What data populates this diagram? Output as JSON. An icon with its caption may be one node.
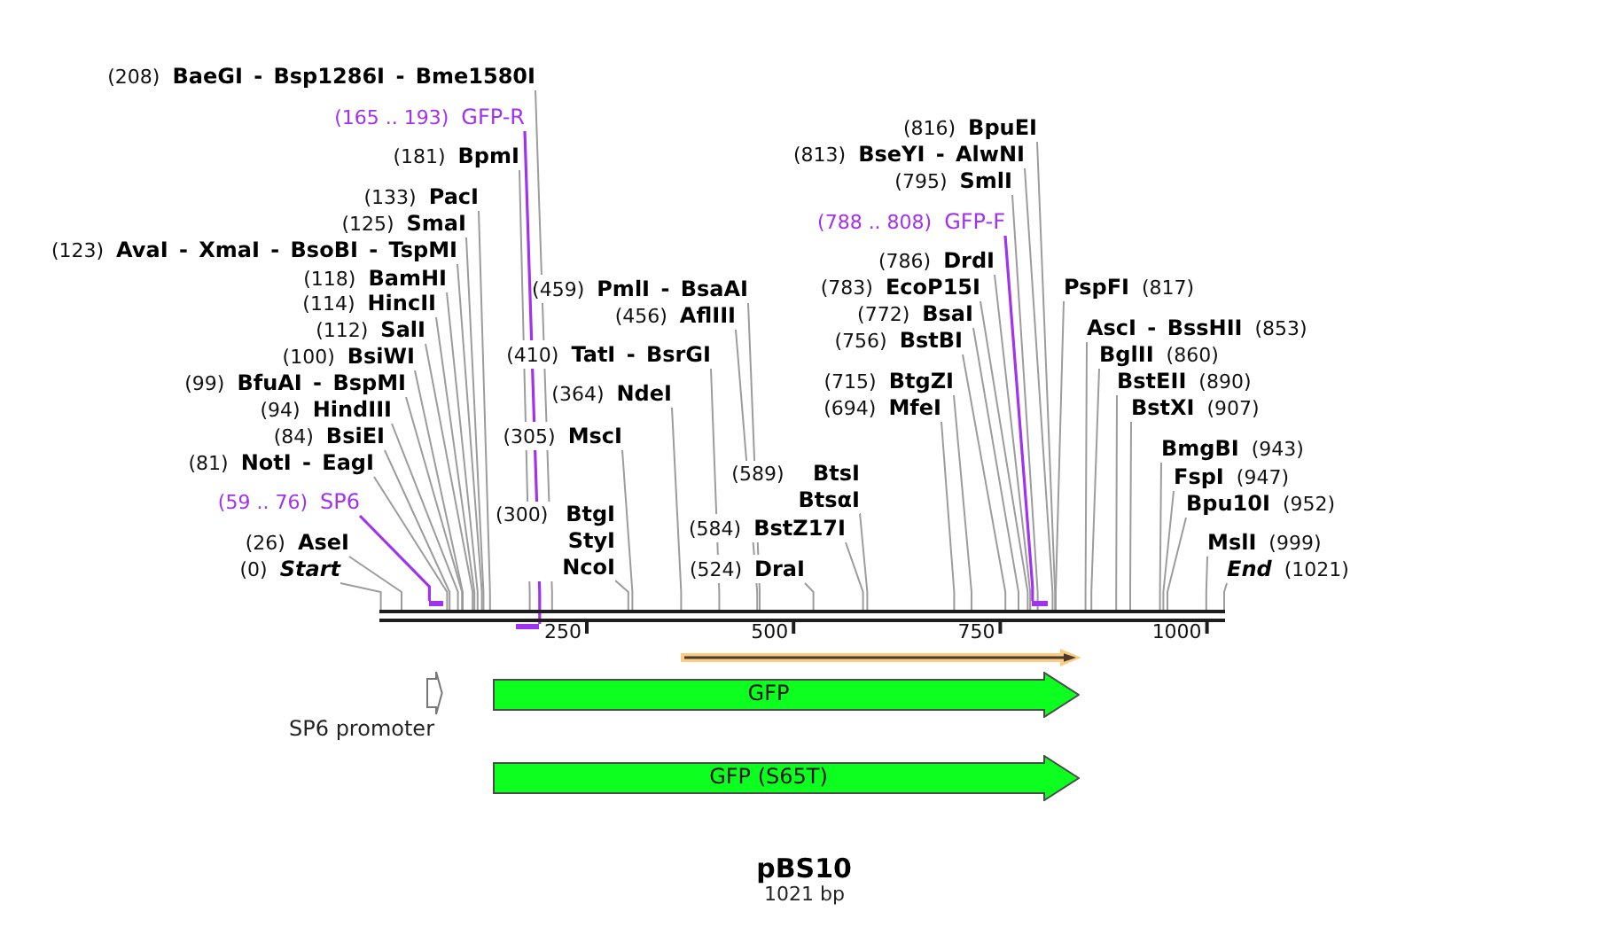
{
  "diagram": {
    "title": "pBS10",
    "caption": "1021 bp",
    "nodes": [
      {
        "text": [
          "(208)",
          "BaeGI - Bsp1286I - Bme1580I"
        ]
      },
      {
        "text": [
          "(165 .. 193)",
          "GFP-R"
        ]
      },
      {
        "text": [
          "(181)",
          "BpmI"
        ]
      },
      {
        "text": [
          "(133)",
          "PacI"
        ]
      },
      {
        "text": [
          "(125)",
          "SmaI"
        ]
      },
      {
        "text": [
          "(123)",
          "AvaI - XmaI - BsoBI - TspMI"
        ]
      },
      {
        "text": [
          "(118)",
          "BamHI"
        ]
      },
      {
        "text": [
          "(114)",
          "HincII"
        ]
      },
      {
        "text": [
          "(112)",
          "SalI"
        ]
      },
      {
        "text": [
          "(100)",
          "BsiWI"
        ]
      },
      {
        "text": [
          "(99)",
          "BfuAI - BspMI"
        ]
      },
      {
        "text": [
          "(94)",
          "HindIII"
        ]
      },
      {
        "text": [
          "(84)",
          "BsiEI"
        ]
      },
      {
        "text": [
          "(81)",
          "NotI - EagI"
        ]
      },
      {
        "text": [
          "(59 .. 76)",
          "SP6"
        ]
      },
      {
        "text": [
          "(26)",
          "AseI"
        ]
      },
      {
        "text": [
          "(0)",
          "Start"
        ]
      },
      {
        "text": [
          "(459)",
          "PmlI - BsaAI"
        ]
      },
      {
        "text": [
          "(456)",
          "AflIII"
        ]
      },
      {
        "text": [
          "(410)",
          "TatI - BsrGI"
        ]
      },
      {
        "text": [
          "(364)",
          "NdeI"
        ]
      },
      {
        "text": [
          "(305)",
          "MscI"
        ]
      },
      {
        "text": [
          "(300)",
          "BtgI",
          "StyI",
          "NcoI"
        ]
      },
      {
        "text": [
          "(589)",
          "BtsI",
          "BtsαI"
        ]
      },
      {
        "text": [
          "(584)",
          "BstZ17I"
        ]
      },
      {
        "text": [
          "(524)",
          "DraI"
        ]
      },
      {
        "text": [
          "(816)",
          "BpuEI"
        ]
      },
      {
        "text": [
          "(813)",
          "BseYI - AlwNI"
        ]
      },
      {
        "text": [
          "(795)",
          "SmlI"
        ]
      },
      {
        "text": [
          "(788 .. 808)",
          "GFP-F"
        ]
      },
      {
        "text": [
          "(786)",
          "DrdI"
        ]
      },
      {
        "text": [
          "(783)",
          "EcoP15I"
        ]
      },
      {
        "text": [
          "(772)",
          "BsaI"
        ]
      },
      {
        "text": [
          "(756)",
          "BstBI"
        ]
      },
      {
        "text": [
          "(715)",
          "BtgZI"
        ]
      },
      {
        "text": [
          "(694)",
          "MfeI"
        ]
      },
      {
        "text": [
          "PspFI",
          "(817)"
        ]
      },
      {
        "text": [
          "AscI - BssHII",
          "(853)"
        ]
      },
      {
        "text": [
          "BglII",
          "(860)"
        ]
      },
      {
        "text": [
          "BstEII",
          "(890)"
        ]
      },
      {
        "text": [
          "BstXI",
          "(907)"
        ]
      },
      {
        "text": [
          "BmgBI",
          "(943)"
        ]
      },
      {
        "text": [
          "FspI",
          "(947)"
        ]
      },
      {
        "text": [
          "Bpu10I",
          "(952)"
        ]
      },
      {
        "text": [
          "MslI",
          "(999)"
        ]
      },
      {
        "text": [
          "End",
          "(1021)"
        ]
      },
      {
        "text": [],
        "shape": "bar"
      },
      {
        "text": [],
        "shape": "bar"
      },
      {
        "text": [],
        "shape": "bar"
      },
      {
        "text": [],
        "shape": "bar"
      },
      {
        "text": [],
        "shape": "arrow"
      },
      {
        "text": [],
        "shape": "arrow",
        "beside": [
          "SP6 promoter"
        ]
      },
      {
        "text": [
          "GFP"
        ]
      },
      {
        "text": [
          "GFP (S65T)"
        ]
      }
    ],
    "edges": [
      {
        "from": 0,
        "to": 46,
        "arrow": "none"
      },
      {
        "from": 1,
        "to": 48,
        "arrow": "none",
        "color": "#a032f0"
      },
      {
        "from": 2,
        "to": 46,
        "arrow": "none"
      },
      {
        "from": 3,
        "to": 46,
        "arrow": "none"
      },
      {
        "from": 4,
        "to": 46,
        "arrow": "none"
      },
      {
        "from": 5,
        "to": 46,
        "arrow": "none"
      },
      {
        "from": 6,
        "to": 46,
        "arrow": "none"
      },
      {
        "from": 7,
        "to": 46,
        "arrow": "none"
      },
      {
        "from": 8,
        "to": 46,
        "arrow": "none"
      },
      {
        "from": 9,
        "to": 46,
        "arrow": "none"
      },
      {
        "from": 10,
        "to": 46,
        "arrow": "none"
      },
      {
        "from": 11,
        "to": 46,
        "arrow": "none"
      },
      {
        "from": 12,
        "to": 46,
        "arrow": "none"
      },
      {
        "from": 13,
        "to": 46,
        "arrow": "none"
      },
      {
        "from": 14,
        "to": 47,
        "arrow": "none",
        "color": "#a032f0"
      },
      {
        "from": 15,
        "to": 46,
        "arrow": "none"
      },
      {
        "from": 16,
        "to": 46,
        "arrow": "none"
      },
      {
        "from": 17,
        "to": 46,
        "arrow": "none"
      },
      {
        "from": 18,
        "to": 46,
        "arrow": "none"
      },
      {
        "from": 19,
        "to": 46,
        "arrow": "none"
      },
      {
        "from": 20,
        "to": 46,
        "arrow": "none"
      },
      {
        "from": 21,
        "to": 46,
        "arrow": "none"
      },
      {
        "from": 22,
        "to": 46,
        "arrow": "none"
      },
      {
        "from": 23,
        "to": 46,
        "arrow": "none"
      },
      {
        "from": 24,
        "to": 46,
        "arrow": "none"
      },
      {
        "from": 25,
        "to": 46,
        "arrow": "none"
      },
      {
        "from": 26,
        "to": 46,
        "arrow": "none"
      },
      {
        "from": 27,
        "to": 46,
        "arrow": "none"
      },
      {
        "from": 28,
        "to": 46,
        "arrow": "none"
      },
      {
        "from": 29,
        "to": 49,
        "arrow": "none",
        "color": "#a032f0"
      },
      {
        "from": 30,
        "to": 46,
        "arrow": "none"
      },
      {
        "from": 31,
        "to": 46,
        "arrow": "none"
      },
      {
        "from": 32,
        "to": 46,
        "arrow": "none"
      },
      {
        "from": 33,
        "to": 46,
        "arrow": "none"
      },
      {
        "from": 34,
        "to": 46,
        "arrow": "none"
      },
      {
        "from": 35,
        "to": 46,
        "arrow": "none"
      },
      {
        "from": 36,
        "to": 46,
        "arrow": "none"
      },
      {
        "from": 37,
        "to": 46,
        "arrow": "none"
      },
      {
        "from": 38,
        "to": 46,
        "arrow": "none"
      },
      {
        "from": 39,
        "to": 46,
        "arrow": "none"
      },
      {
        "from": 40,
        "to": 46,
        "arrow": "none"
      },
      {
        "from": 41,
        "to": 46,
        "arrow": "none"
      },
      {
        "from": 42,
        "to": 46,
        "arrow": "none"
      },
      {
        "from": 43,
        "to": 46,
        "arrow": "none"
      },
      {
        "from": 44,
        "to": 46,
        "arrow": "none"
      },
      {
        "from": 45,
        "to": 46,
        "arrow": "none"
      }
    ],
    "labels": [
      "250",
      "500",
      "750",
      "1000"
    ]
  }
}
